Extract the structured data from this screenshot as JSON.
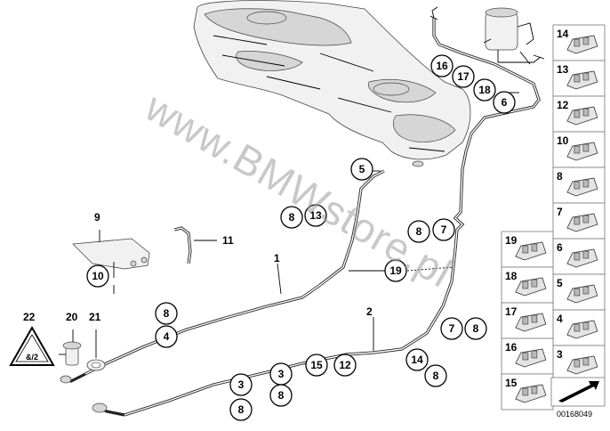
{
  "watermark": "www.BMWstore.pl",
  "document_number": "00168049",
  "callouts": [
    {
      "id": "c16",
      "label": "16"
    },
    {
      "id": "c17",
      "label": "17"
    },
    {
      "id": "c18",
      "label": "18"
    },
    {
      "id": "c6",
      "label": "6"
    },
    {
      "id": "c5",
      "label": "5"
    },
    {
      "id": "c8a",
      "label": "8"
    },
    {
      "id": "c13",
      "label": "13"
    },
    {
      "id": "c8b",
      "label": "8"
    },
    {
      "id": "c7a",
      "label": "7"
    },
    {
      "id": "c19",
      "label": "19"
    },
    {
      "id": "c10",
      "label": "10"
    },
    {
      "id": "c8c",
      "label": "8"
    },
    {
      "id": "c4",
      "label": "4"
    },
    {
      "id": "c7b",
      "label": "7"
    },
    {
      "id": "c8d",
      "label": "8"
    },
    {
      "id": "c14",
      "label": "14"
    },
    {
      "id": "c8e",
      "label": "8"
    },
    {
      "id": "c3a",
      "label": "3"
    },
    {
      "id": "c15",
      "label": "15"
    },
    {
      "id": "c12",
      "label": "12"
    },
    {
      "id": "c8f",
      "label": "8"
    },
    {
      "id": "c3b",
      "label": "3"
    },
    {
      "id": "c8g",
      "label": "8"
    }
  ],
  "plain_labels": {
    "l1": "1",
    "l2": "2",
    "l9": "9",
    "l11": "11",
    "l20": "20",
    "l21": "21",
    "l22": "22"
  },
  "sidebar": {
    "right": [
      "14",
      "13",
      "12",
      "10",
      "8",
      "7",
      "6",
      "5",
      "4",
      "3"
    ],
    "left": [
      "19",
      "18",
      "17",
      "16",
      "15"
    ]
  },
  "warning_sign_text": "&/2"
}
